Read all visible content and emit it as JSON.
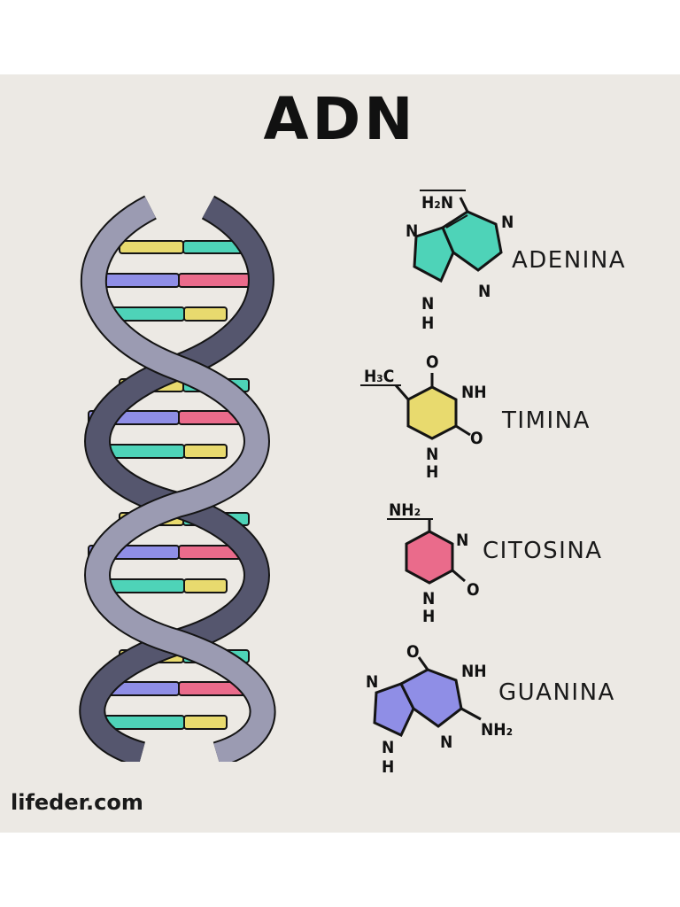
{
  "title": "ADN",
  "credit": "lifeder.com",
  "colors": {
    "adenina": "#4ed3b8",
    "timina": "#e8da6e",
    "citosina": "#ea6b8b",
    "guanina": "#8f8ee6",
    "strand": "#9b9bb2",
    "strand_dark": "#55566e",
    "outline": "#141414"
  },
  "bases": {
    "adenina": {
      "name": "ADENINA",
      "atoms": {
        "amine": "H₂N",
        "n1": "N",
        "n2": "N",
        "n3": "N",
        "nh": "N",
        "h": "H"
      }
    },
    "timina": {
      "name": "TIMINA",
      "atoms": {
        "methyl": "H₃C",
        "o1": "O",
        "nh": "NH",
        "o2": "O",
        "n": "N",
        "h": "H"
      }
    },
    "citosina": {
      "name": "CITOSINA",
      "atoms": {
        "amine": "NH₂",
        "n": "N",
        "o": "O",
        "n2": "N",
        "h": "H"
      }
    },
    "guanina": {
      "name": "GUANINA",
      "atoms": {
        "o": "O",
        "nh": "NH",
        "n1": "N",
        "n2": "N",
        "amine": "NH₂",
        "n3": "N",
        "h": "H"
      }
    }
  }
}
